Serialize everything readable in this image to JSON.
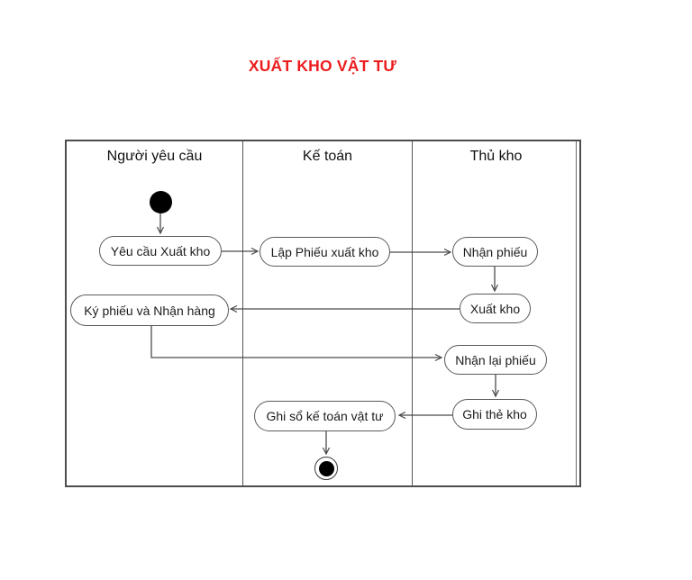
{
  "title": "XUẤT KHO VẬT TƯ",
  "colors": {
    "title_red": "#ed1c1c",
    "line_gray": "#4a4a4a",
    "border_gray": "#4d4d4d"
  },
  "diagram": {
    "type": "uml-activity-swimlane",
    "lanes": [
      {
        "label": "Người yêu cầu"
      },
      {
        "label": "Kế toán"
      },
      {
        "label": "Thủ kho"
      }
    ],
    "activities": [
      {
        "label": "Yêu cầu Xuất kho",
        "lane": "Người yêu cầu"
      },
      {
        "label": "Lập Phiếu xuất kho",
        "lane": "Kế toán"
      },
      {
        "label": "Nhận phiếu",
        "lane": "Thủ kho"
      },
      {
        "label": "Xuất kho",
        "lane": "Thủ kho"
      },
      {
        "label": "Ký phiếu và Nhận hàng",
        "lane": "Người yêu cầu"
      },
      {
        "label": "Nhận lại phiếu",
        "lane": "Thủ kho"
      },
      {
        "label": "Ghi thẻ kho",
        "lane": "Thủ kho"
      },
      {
        "label": "Ghi sổ kế toán vật tư",
        "lane": "Kế toán"
      }
    ],
    "control_nodes": [
      {
        "type": "initial",
        "lane": "Người yêu cầu"
      },
      {
        "type": "final",
        "lane": "Kế toán"
      }
    ],
    "flows": [
      {
        "from": "initial",
        "to": "Yêu cầu Xuất kho"
      },
      {
        "from": "Yêu cầu Xuất kho",
        "to": "Lập Phiếu xuất kho"
      },
      {
        "from": "Lập Phiếu xuất kho",
        "to": "Nhận phiếu"
      },
      {
        "from": "Nhận phiếu",
        "to": "Xuất kho"
      },
      {
        "from": "Xuất kho",
        "to": "Ký phiếu và Nhận hàng"
      },
      {
        "from": "Ký phiếu và Nhận hàng",
        "to": "Nhận lại phiếu"
      },
      {
        "from": "Nhận lại phiếu",
        "to": "Ghi thẻ kho"
      },
      {
        "from": "Ghi thẻ kho",
        "to": "Ghi sổ kế toán vật tư"
      },
      {
        "from": "Ghi sổ kế toán vật tư",
        "to": "final"
      }
    ]
  }
}
